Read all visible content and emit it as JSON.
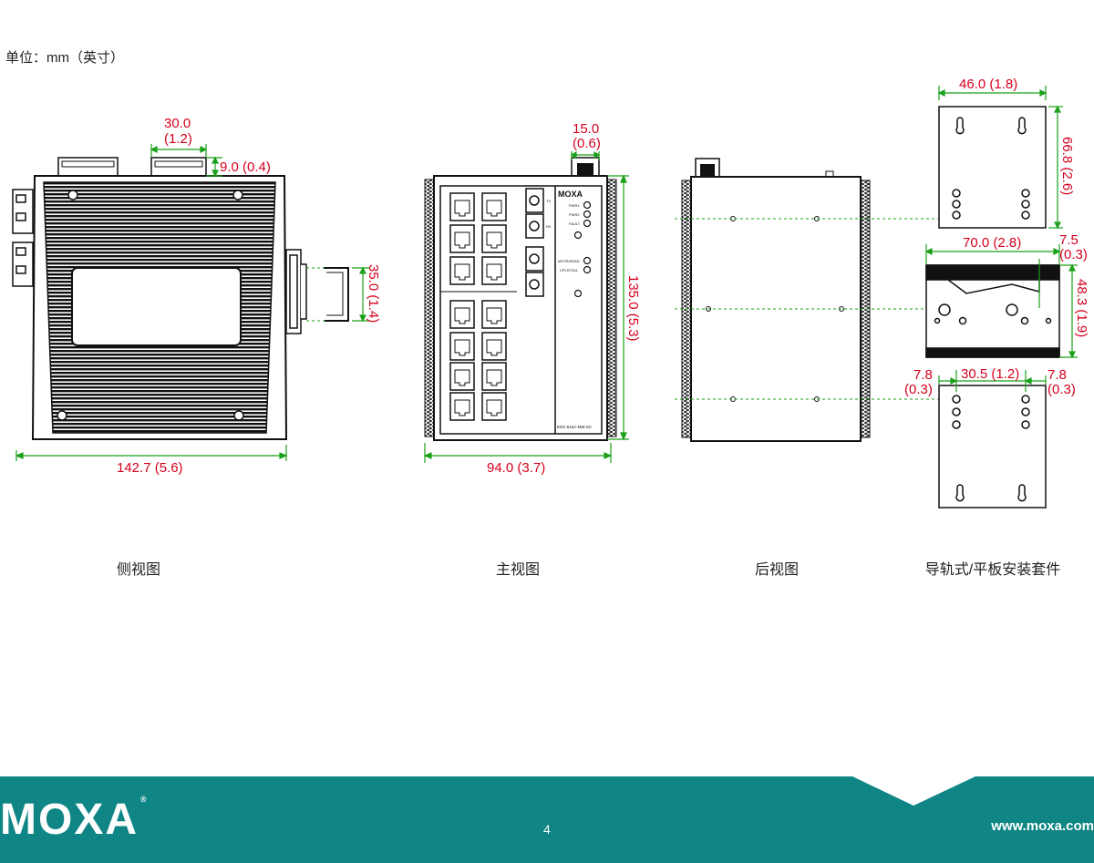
{
  "units_label": "单位：mm（英寸）",
  "views": {
    "side": "侧视图",
    "front": "主视图",
    "rear": "后视图",
    "din_kit": "导轨式/平板安装套件"
  },
  "dimensions": {
    "side_width": "142.7 (5.6)",
    "side_conn_w_1": "30.0",
    "side_conn_w_2": "(1.2)",
    "side_conn_h": "9.0 (0.4)",
    "side_din": "35.0 (1.4)",
    "front_width": "94.0 (3.7)",
    "front_height": "135.0 (5.3)",
    "front_sfp_1": "15.0",
    "front_sfp_2": "(0.6)",
    "plate_width": "46.0 (1.8)",
    "plate_height": "66.8 (2.6)",
    "din_width": "70.0 (2.8)",
    "din_offset_1": "7.5",
    "din_offset_2": "(0.3)",
    "din_height": "48.3 (1.9)",
    "hole_left_1": "7.8",
    "hole_left_2": "(0.3)",
    "hole_span": "30.5 (1.2)",
    "hole_right_1": "7.8",
    "hole_right_2": "(0.3)"
  },
  "device_labels": {
    "brand": "MOXA",
    "pwr1": "PWR1",
    "pwr2": "PWR2",
    "fault": "FAULT",
    "master": "MSTR/HEAD",
    "coupler": "CPLR/TAIL",
    "tx": "TX",
    "rx": "RX",
    "model": "EDS-516A-MM-SC"
  },
  "footer": {
    "logo": "MOXA",
    "page": "4",
    "url": "www.moxa.com"
  },
  "colors": {
    "dimension": "#d4001c",
    "guide": "#1aa01a",
    "footer_bg": "#0f8585",
    "text": "#222222"
  }
}
